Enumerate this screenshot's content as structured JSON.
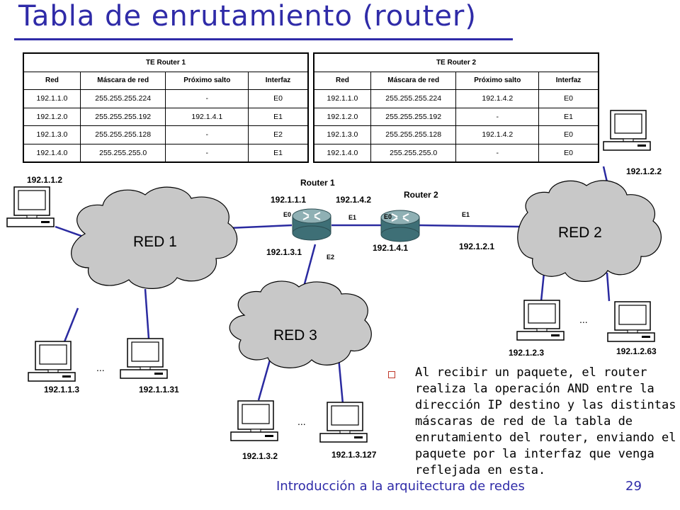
{
  "title": "Tabla de enrutamiento (router)",
  "tables": [
    {
      "caption": "TE Router 1",
      "headers": [
        "Red",
        "Máscara de red",
        "Próximo salto",
        "Interfaz"
      ],
      "rows": [
        [
          "192.1.1.0",
          "255.255.255.224",
          "-",
          "E0"
        ],
        [
          "192.1.2.0",
          "255.255.255.192",
          "192.1.4.1",
          "E1"
        ],
        [
          "192.1.3.0",
          "255.255.255.128",
          "-",
          "E2"
        ],
        [
          "192.1.4.0",
          "255.255.255.0",
          "-",
          "E1"
        ]
      ]
    },
    {
      "caption": "TE Router 2",
      "headers": [
        "Red",
        "Máscara de red",
        "Próximo salto",
        "Interfaz"
      ],
      "rows": [
        [
          "192.1.1.0",
          "255.255.255.224",
          "192.1.4.2",
          "E0"
        ],
        [
          "192.1.2.0",
          "255.255.255.192",
          "-",
          "E1"
        ],
        [
          "192.1.3.0",
          "255.255.255.128",
          "192.1.4.2",
          "E0"
        ],
        [
          "192.1.4.0",
          "255.255.255.0",
          "-",
          "E0"
        ]
      ]
    }
  ],
  "networks": {
    "red1": "RED 1",
    "red2": "RED 2",
    "red3": "RED 3"
  },
  "routers": {
    "router1": {
      "name": "Router 1",
      "ip_e0": "192.1.1.1",
      "ip_e1": "192.1.4.2",
      "ip_e2": "192.1.3.1",
      "if_e0": "E0",
      "if_e1": "E1",
      "if_e2": "E2"
    },
    "router2": {
      "name": "Router 2",
      "ip_e0": "192.1.4.1",
      "ip_e1": "192.1.2.1",
      "if_e0": "E0",
      "if_e1": "E1"
    }
  },
  "hosts": {
    "h_1_1_2": "192.1.1.2",
    "h_1_1_3": "192.1.1.3",
    "h_1_1_31": "192.1.1.31",
    "h_1_2_2": "192.1.2.2",
    "h_1_2_3": "192.1.2.3",
    "h_1_2_63": "192.1.2.63",
    "h_1_3_2": "192.1.3.2",
    "h_1_3_127": "192.1.3.127"
  },
  "ellipsis": "...",
  "bullet_text": "Al recibir un paquete, el router realiza la operación AND entre la dirección IP destino y las distintas máscaras de red de la tabla de enrutamiento del router, enviando el paquete por la interfaz que venga reflejada en esta.",
  "footer": "Introducción a la arquitectura de redes",
  "page_number": "29",
  "colors": {
    "title": "#2f2ba8",
    "link_line": "#2a2aa0",
    "cloud": "#c9c9c9",
    "router": "#4a7f86"
  }
}
